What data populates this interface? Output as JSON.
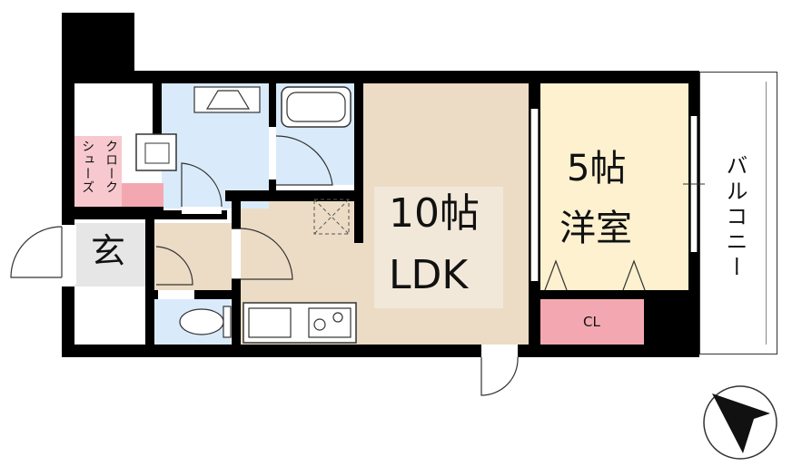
{
  "rooms": {
    "ldk": {
      "size": "10帖",
      "type": "LDK"
    },
    "western": {
      "size": "5帖",
      "type": "洋室"
    },
    "entrance": "玄",
    "shoe_closet_1": "クローク",
    "shoe_closet_2": "シューズ",
    "closet": "CL",
    "balcony": "バルコニー"
  },
  "colors": {
    "wall": "#000000",
    "ldk_floor": "#ecdcc5",
    "western_floor": "#fdf1cf",
    "wet_area": "#d9ebfa",
    "entrance_floor": "#e6e6e6",
    "closet": "#f3a8b1",
    "shoe_closet": "#f7c9cf",
    "hall_floor": "#ecdcc5"
  }
}
